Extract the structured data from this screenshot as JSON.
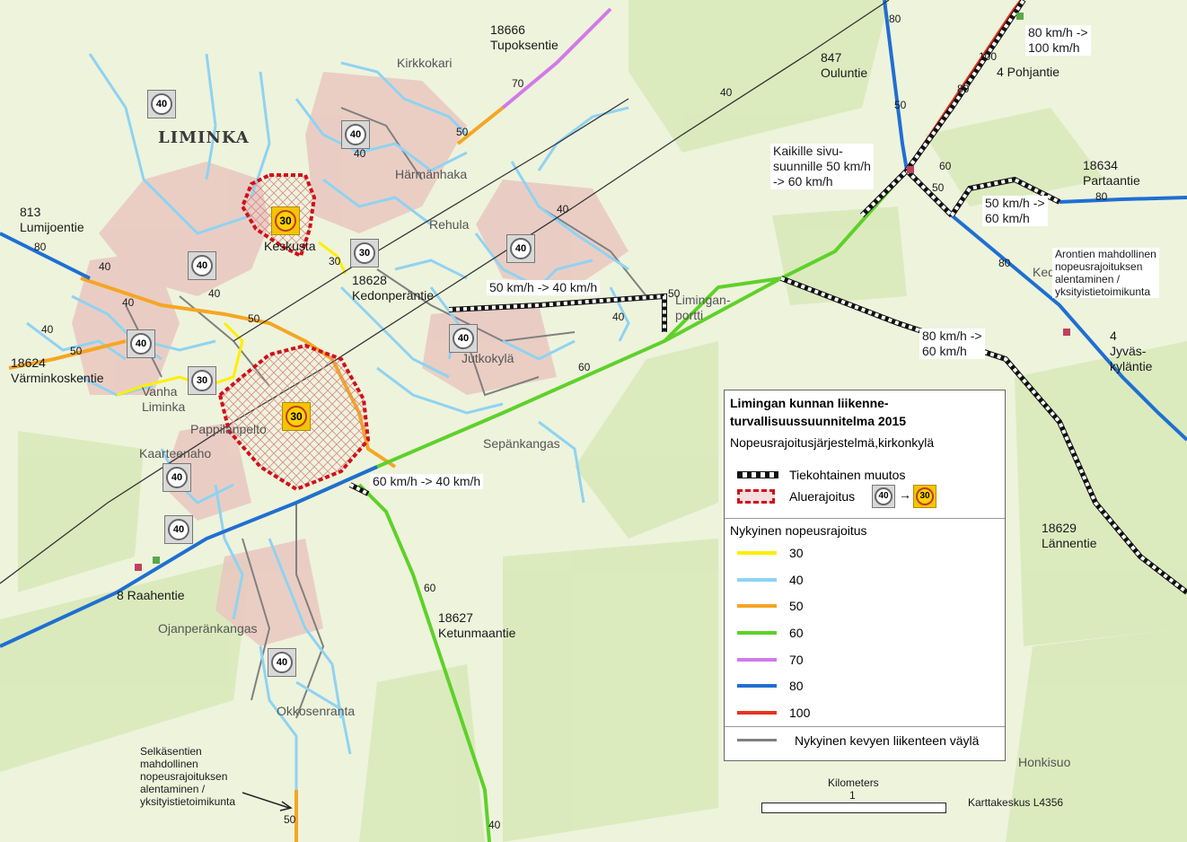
{
  "map": {
    "town_name": "LIMINKA",
    "attribution": "Karttakeskus L4356",
    "scale_unit": "Kilometers",
    "scale_value": "1"
  },
  "place_labels": {
    "kirkkokari": "Kirkkokari",
    "harmanhaka": "Härmänhaka",
    "rehula": "Rehula",
    "keskusta": "Keskusta",
    "vanha_liminka": "Vanha\nLiminka",
    "pappilanpelto": "Pappilanpelto",
    "kaarteenaho": "Kaarteenaho",
    "sepankangas": "Sepänkangas",
    "jutkokyla": "Jutkokylä",
    "limingan_portti": "Limingan-\nportti",
    "ojanperankangas": "Ojanperänkangas",
    "okkosenranta": "Okkosenranta",
    "kedonpera": "Kedonpera",
    "honkisuo": "Honkisuo"
  },
  "roads": {
    "tupoksentie": "18666\nTupoksentie",
    "ouluntie": "847\nOuluntie",
    "pohjantie": "4 Pohjantie",
    "lumijoentie": "813\nLumijoentie",
    "kedonperantie": "18628\nKedonperäntie",
    "varminkoskentie": "18624\nVärminkoskentie",
    "partaantie": "18634\nPartaantie",
    "jyvaskylantie": "4\nJyväs-\nkyläntie",
    "lannentie": "18629\nLännentie",
    "raahentie": "8 Raahentie",
    "ketunmaantie": "18627\nKetunmaantie"
  },
  "annotations": {
    "pohjantie_change": "80 km/h ->\n100 km/h",
    "sivusuunnille": "Kaikille sivu-\nsuunnille 50 km/h\n-> 60 km/h",
    "partaantie_change": "50 km/h ->\n60 km/h",
    "arontien": "Arontien mahdollinen\nnopeusrajoituksen\nalentaminen /\nyksityistietoimikunta",
    "kedonperantie_change": "50 km/h -> 40 km/h",
    "lannentie_change": "80 km/h ->\n60 km/h",
    "raahentie_change": "60 km/h -> 40 km/h",
    "selkasentien": "Selkäsentien\nmahdollinen\nnopeusrajoituksen\nalentaminen /\nyksityistietoimikunta"
  },
  "signs": [
    {
      "value": "40",
      "type": "current"
    },
    {
      "value": "40",
      "type": "current"
    },
    {
      "value": "30",
      "type": "zone"
    },
    {
      "value": "30",
      "type": "current"
    },
    {
      "value": "40",
      "type": "current"
    },
    {
      "value": "40",
      "type": "current"
    },
    {
      "value": "40",
      "type": "current"
    },
    {
      "value": "40",
      "type": "current"
    },
    {
      "value": "30",
      "type": "current"
    },
    {
      "value": "30",
      "type": "zone"
    },
    {
      "value": "40",
      "type": "current"
    },
    {
      "value": "40",
      "type": "current"
    },
    {
      "value": "40",
      "type": "current"
    }
  ],
  "route_labels": [
    "40",
    "40",
    "40",
    "40",
    "40",
    "50",
    "50",
    "50",
    "70",
    "40",
    "40",
    "80",
    "80",
    "100",
    "80",
    "80",
    "50",
    "50",
    "60",
    "60",
    "80",
    "60",
    "40",
    "50",
    "30",
    "50",
    "40"
  ],
  "legend": {
    "title": "Limingan kunnan liikenne-\nturvallisuussuunnitelma 2015",
    "subtitle": "Nopeusrajoitusjärjestelmä,kirkonkylä",
    "road_change_label": "Tiekohtainen muutos",
    "area_limit_label": "Aluerajoitus",
    "area_limit_from": "40",
    "area_limit_to": "30",
    "current_limits_title": "Nykyinen nopeusrajoitus",
    "limits": [
      {
        "value": "30",
        "color": "#ffee00"
      },
      {
        "value": "40",
        "color": "#8fd3f2"
      },
      {
        "value": "50",
        "color": "#f5a623"
      },
      {
        "value": "60",
        "color": "#5ed12a"
      },
      {
        "value": "70",
        "color": "#d17ae8"
      },
      {
        "value": "80",
        "color": "#1f6fd1"
      },
      {
        "value": "100",
        "color": "#e8331f"
      }
    ],
    "light_traffic_label": "Nykyinen kevyen liikenteen väylä",
    "light_traffic_color": "#808080"
  },
  "colors": {
    "map_background": "#eef3dc",
    "field_green": "#d6e8b6",
    "urban_pink": "#e9c7c0",
    "zone_red": "#d0101a",
    "change_black": "#111111"
  }
}
